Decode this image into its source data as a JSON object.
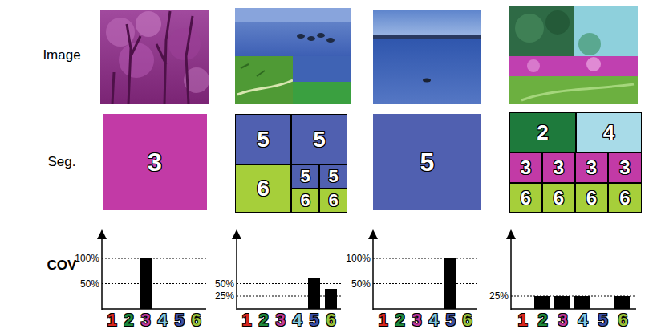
{
  "diagram": {
    "nodes": [
      {
        "text": [
          "3"
        ]
      },
      {
        "text": [
          "5"
        ]
      },
      {
        "text": [
          "5"
        ]
      },
      {
        "text": [
          "6"
        ]
      },
      {
        "text": [
          "5"
        ]
      },
      {
        "text": [
          "5"
        ]
      },
      {
        "text": [
          "6"
        ]
      },
      {
        "text": [
          "6"
        ]
      },
      {
        "text": [
          "5"
        ]
      },
      {
        "text": [
          "2"
        ]
      },
      {
        "text": [
          "4"
        ]
      },
      {
        "text": [
          "3"
        ]
      },
      {
        "text": [
          "3"
        ]
      },
      {
        "text": [
          "3"
        ]
      },
      {
        "text": [
          "3"
        ]
      },
      {
        "text": [
          "6"
        ]
      },
      {
        "text": [
          "6"
        ]
      },
      {
        "text": [
          "6"
        ]
      },
      {
        "text": [
          "6"
        ]
      }
    ],
    "labels": [
      "Image",
      "Seg.",
      "COV",
      "100%",
      "50%",
      "1",
      "2",
      "3",
      "4",
      "5",
      "6",
      "50%",
      "25%",
      "1",
      "2",
      "3",
      "4",
      "5",
      "6",
      "100%",
      "50%",
      "1",
      "2",
      "3",
      "4",
      "5",
      "6",
      "25%",
      "1",
      "2",
      "3",
      "4",
      "5",
      "6"
    ]
  }
}
